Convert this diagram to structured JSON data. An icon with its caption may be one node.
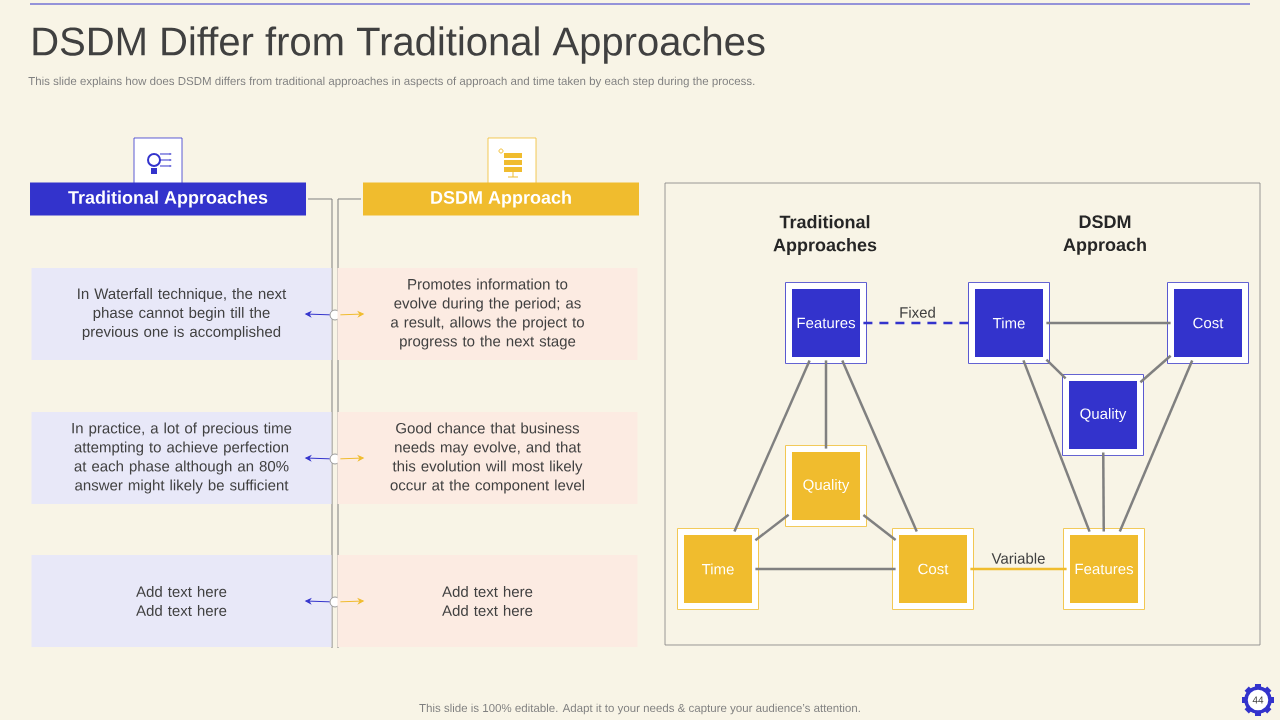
{
  "diagram": {
    "title": "DSDM Differ from Traditional Approaches",
    "nodes": [
      {
        "text": [
          "Traditional Approaches"
        ]
      },
      {
        "text": [
          "DSDM Approach"
        ]
      },
      {
        "text": [
          "In Waterfall technique, the next phase cannot begin till the previous one is accomplished"
        ]
      },
      {
        "text": [],
        "shape": "circle"
      },
      {
        "text": [
          "Promotes information to evolve during the period; as a result, allows the project to progress to the next stage"
        ]
      },
      {
        "text": [
          "In practice, a lot of precious time attempting to achieve perfection at each phase although an 80% answer might likely be sufficient"
        ]
      },
      {
        "text": [],
        "shape": "circle"
      },
      {
        "text": [
          "Good chance that business needs may evolve, and that this evolution will most likely occur at the component level"
        ]
      },
      {
        "text": [
          "Add text here",
          "Add text here"
        ]
      },
      {
        "text": [],
        "shape": "circle"
      },
      {
        "text": [
          "Add text here",
          "Add text here"
        ]
      },
      {
        "text": [
          "Traditional Approaches",
          "DSDM Approach"
        ]
      },
      {
        "text": [
          "Features"
        ],
        "in": 11
      },
      {
        "text": [
          "Time"
        ],
        "in": 11
      },
      {
        "text": [
          "Cost"
        ],
        "in": 11
      },
      {
        "text": [
          "Quality"
        ],
        "in": 11
      },
      {
        "text": [
          "Quality"
        ],
        "in": 11
      },
      {
        "text": [
          "Time"
        ],
        "in": 11
      },
      {
        "text": [
          "Cost"
        ],
        "in": 11
      },
      {
        "text": [
          "Features"
        ],
        "in": 11
      },
      {
        "text": [
          "44"
        ]
      }
    ],
    "edges": [
      {
        "from": 3,
        "to": 2,
        "arrow": "to",
        "color": "#3333cc"
      },
      {
        "from": 3,
        "to": 4,
        "arrow": "to",
        "color": "#f0bc2e"
      },
      {
        "from": 6,
        "to": 5,
        "arrow": "to",
        "color": "#3333cc"
      },
      {
        "from": 6,
        "to": 7,
        "arrow": "to",
        "color": "#f0bc2e"
      },
      {
        "from": 9,
        "to": 8,
        "arrow": "to",
        "color": "#3333cc"
      },
      {
        "from": 9,
        "to": 10,
        "arrow": "to",
        "color": "#f0bc2e"
      },
      {
        "from": 12,
        "to": 17,
        "arrow": "none"
      },
      {
        "from": 12,
        "to": 16,
        "arrow": "none"
      },
      {
        "from": 12,
        "to": 18,
        "arrow": "none"
      },
      {
        "from": 16,
        "to": 17,
        "arrow": "none"
      },
      {
        "from": 16,
        "to": 18,
        "arrow": "none"
      },
      {
        "from": 17,
        "to": 18,
        "arrow": "none"
      },
      {
        "from": 12,
        "to": 13,
        "arrow": "none",
        "label": "Fixed",
        "style": "dashed",
        "color": "#3333cc"
      },
      {
        "from": 13,
        "to": 14,
        "arrow": "none"
      },
      {
        "from": 13,
        "to": 15,
        "arrow": "none"
      },
      {
        "from": 14,
        "to": 15,
        "arrow": "none"
      },
      {
        "from": 13,
        "to": 19,
        "arrow": "none"
      },
      {
        "from": 14,
        "to": 19,
        "arrow": "none"
      },
      {
        "from": 15,
        "to": 19,
        "arrow": "none"
      },
      {
        "from": 18,
        "to": 19,
        "arrow": "none",
        "label": "Variable",
        "color": "#f0bc2e"
      }
    ],
    "labels": [
      "This slide explains how does DSDM differs from traditional approaches in aspects of approach and time taken by each step during the process.",
      "This slide is 100% editable. Adapt it to your needs & capture your audience’s attention."
    ]
  }
}
